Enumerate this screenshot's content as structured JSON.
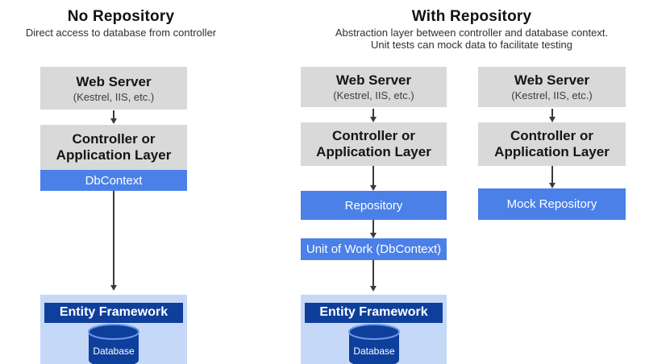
{
  "colors": {
    "box-gray": "#d9d9d9",
    "accent-blue": "#4a80e8",
    "container-light-blue": "#c6d8f7",
    "navy": "#0e3f9b",
    "arrow": "#3a3a3a",
    "title-text": "#111111",
    "subtitle-text": "#2f2f2f"
  },
  "headers": {
    "left": {
      "title": "No Repository",
      "subtitle": "Direct access to database from controller"
    },
    "right": {
      "title": "With Repository",
      "subtitle_line1": "Abstraction layer between controller and database context.",
      "subtitle_line2": "Unit tests can mock data to facilitate testing"
    }
  },
  "columns": {
    "no_repository": {
      "web_server": {
        "title": "Web Server",
        "subtitle": "(Kestrel, IIS, etc.)"
      },
      "controller": {
        "line1": "Controller or",
        "line2": "Application Layer"
      },
      "dbcontext": "DbContext",
      "entity_framework": "Entity Framework",
      "database": "Database"
    },
    "with_repository": {
      "web_server": {
        "title": "Web Server",
        "subtitle": "(Kestrel, IIS, etc.)"
      },
      "controller": {
        "line1": "Controller or",
        "line2": "Application Layer"
      },
      "repository": "Repository",
      "unit_of_work": "Unit of Work (DbContext)",
      "entity_framework": "Entity Framework",
      "database": "Database"
    },
    "mock": {
      "web_server": {
        "title": "Web Server",
        "subtitle": "(Kestrel, IIS, etc.)"
      },
      "controller": {
        "line1": "Controller or",
        "line2": "Application Layer"
      },
      "mock_repository": "Mock Repository"
    }
  }
}
